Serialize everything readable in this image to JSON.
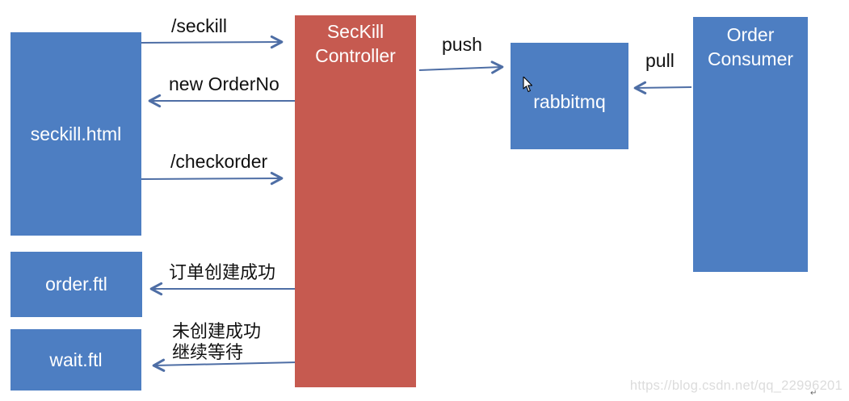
{
  "diagram": {
    "nodes": {
      "seckill_html": {
        "label": "seckill.html",
        "color": "#4d7ec2"
      },
      "seckill_controller": {
        "line1": "SecKill",
        "line2": "Controller",
        "color": "#c65a50"
      },
      "rabbitmq": {
        "label": "rabbitmq",
        "color": "#4d7ec2"
      },
      "order_consumer": {
        "line1": "Order",
        "line2": "Consumer",
        "color": "#4d7ec2"
      },
      "order_ftl": {
        "label": "order.ftl",
        "color": "#4d7ec2"
      },
      "wait_ftl": {
        "label": "wait.ftl",
        "color": "#4d7ec2"
      }
    },
    "edges": {
      "seckill_request": {
        "label": "/seckill",
        "from": "seckill.html",
        "to": "SecKill Controller",
        "direction": "right"
      },
      "new_order_no": {
        "label": "new OrderNo",
        "from": "SecKill Controller",
        "to": "seckill.html",
        "direction": "left"
      },
      "check_order": {
        "label": "/checkorder",
        "from": "seckill.html",
        "to": "SecKill Controller",
        "direction": "right"
      },
      "push": {
        "label": "push",
        "from": "SecKill Controller",
        "to": "rabbitmq",
        "direction": "right"
      },
      "pull": {
        "label": "pull",
        "from": "Order Consumer",
        "to": "rabbitmq",
        "direction": "left"
      },
      "order_created": {
        "label": "订单创建成功",
        "from": "SecKill Controller",
        "to": "order.ftl",
        "direction": "left"
      },
      "order_waiting": {
        "line1": "未创建成功",
        "line2": "继续等待",
        "from": "SecKill Controller",
        "to": "wait.ftl",
        "direction": "left"
      }
    },
    "colors": {
      "node_blue": "#4d7ec2",
      "node_red": "#c65a50",
      "arrow": "#4e6ea5",
      "edge_label_text": "#111111",
      "node_text": "#ffffff"
    }
  },
  "watermark": {
    "text": "https://blog.csdn.net/qq_22996201"
  },
  "cursor": {
    "type": "arrow-pointer"
  },
  "footer_mark": "↵"
}
